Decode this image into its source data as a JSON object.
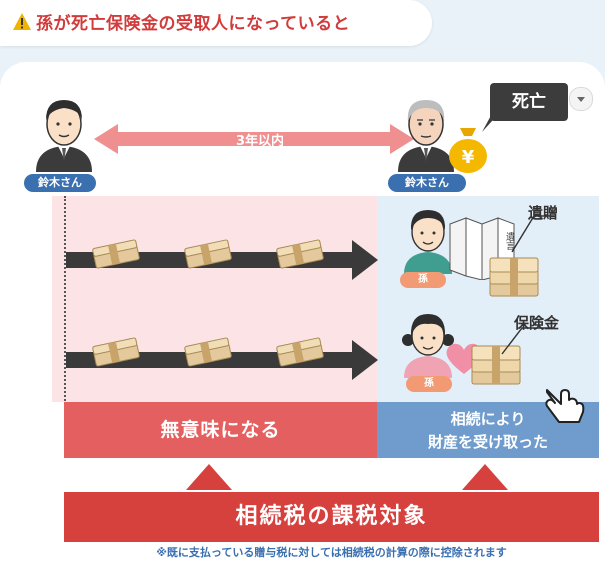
{
  "header": {
    "title": "孫が死亡保険金の受取人になっていると"
  },
  "diagram": {
    "left_person_tag": "鈴木さん",
    "right_person_tag": "鈴木さん",
    "period_label": "3年以内",
    "death_label": "死亡",
    "bequest_label": "遺贈",
    "will_doc_label": "遺言",
    "insurance_label": "保険金",
    "grandchild_tag_1": "孫",
    "grandchild_tag_2": "孫",
    "result_meaningless": "無意味になる",
    "result_inherit_line1": "相続により",
    "result_inherit_line2": "財産を受け取った",
    "tax_target": "相続税の課税対象",
    "footnote": "※既に支払っている贈与税に対しては相続税の計算の際に控除されます"
  },
  "colors": {
    "accent_red": "#d6403d",
    "pink_zone": "#fbe3e6",
    "blue_zone": "#e2eef8",
    "name_tag": "#3a6fb0",
    "grandchild_tag": "#f29a74"
  }
}
